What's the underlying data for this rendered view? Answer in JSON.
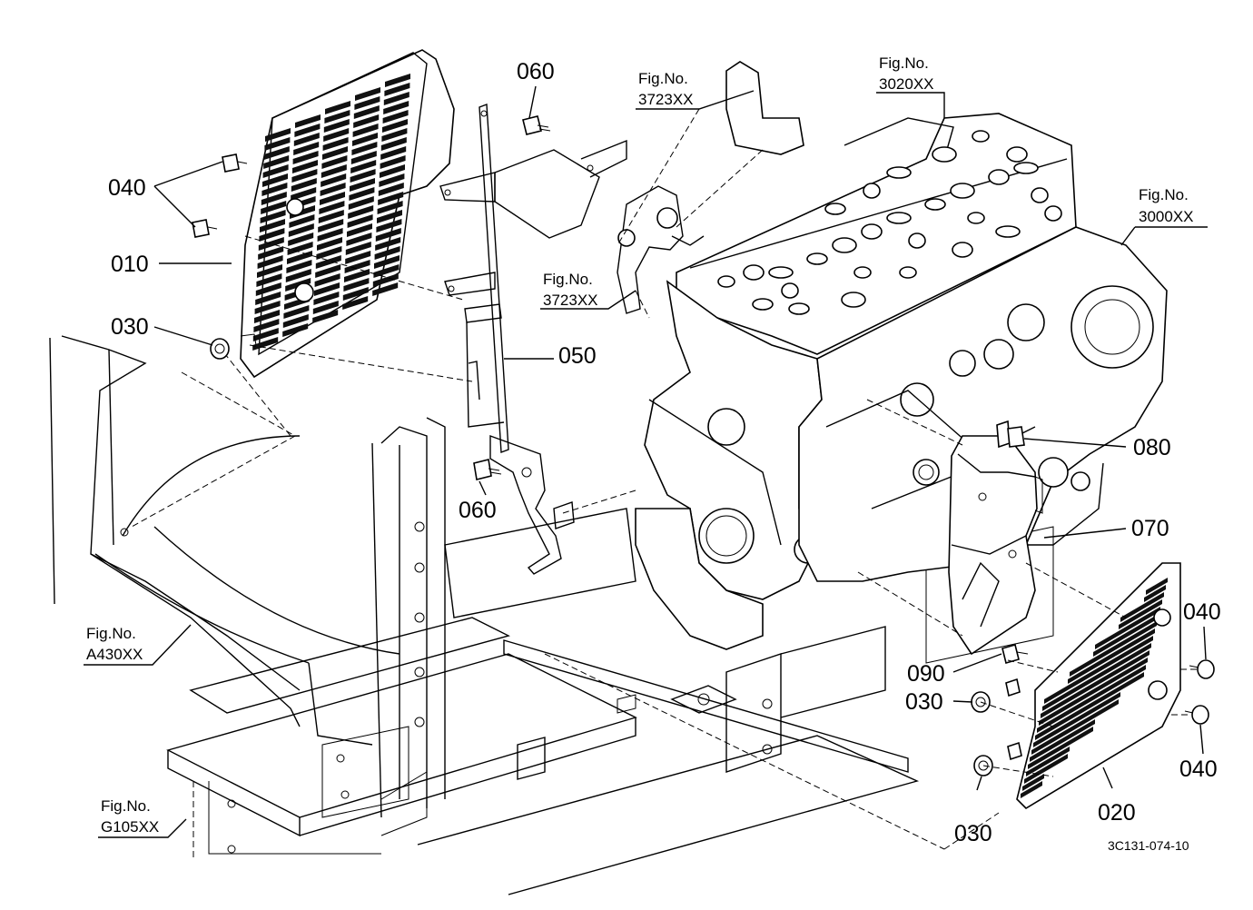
{
  "diagram": {
    "part_numbers": {
      "p010": "010",
      "p020": "020",
      "p030a": "030",
      "p030b": "030",
      "p030c": "030",
      "p040a": "040",
      "p040b": "040",
      "p040c": "040",
      "p050": "050",
      "p060a": "060",
      "p060b": "060",
      "p070": "070",
      "p080": "080",
      "p090": "090"
    },
    "figure_refs": {
      "fig_3723_top": {
        "label": "Fig.No.",
        "code": "3723XX"
      },
      "fig_3020": {
        "label": "Fig.No.",
        "code": "3020XX"
      },
      "fig_3000": {
        "label": "Fig.No.",
        "code": "3000XX"
      },
      "fig_3723_mid": {
        "label": "Fig.No.",
        "code": "3723XX"
      },
      "fig_a430": {
        "label": "Fig.No.",
        "code": "A430XX"
      },
      "fig_g105": {
        "label": "Fig.No.",
        "code": "G105XX"
      }
    },
    "drawing_code": "3C131-074-10"
  }
}
